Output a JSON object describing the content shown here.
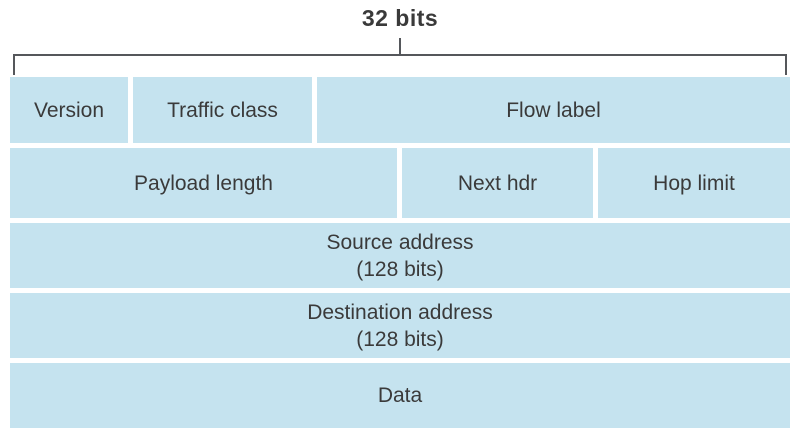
{
  "diagram": {
    "scale_label": "32 bits",
    "rows": [
      {
        "cells": [
          {
            "label": "Version"
          },
          {
            "label": "Traffic class"
          },
          {
            "label": "Flow label"
          }
        ]
      },
      {
        "cells": [
          {
            "label": "Payload length"
          },
          {
            "label": "Next hdr"
          },
          {
            "label": "Hop limit"
          }
        ]
      },
      {
        "cells": [
          {
            "label": "Source address",
            "sublabel": "(128 bits)"
          }
        ]
      },
      {
        "cells": [
          {
            "label": "Destination address",
            "sublabel": "(128 bits)"
          }
        ]
      },
      {
        "cells": [
          {
            "label": "Data"
          }
        ]
      }
    ],
    "colors": {
      "cell_fill": "#c5e3ef",
      "bracket_line": "#55575b",
      "text": "#3a3a3a",
      "background": "#ffffff"
    }
  }
}
